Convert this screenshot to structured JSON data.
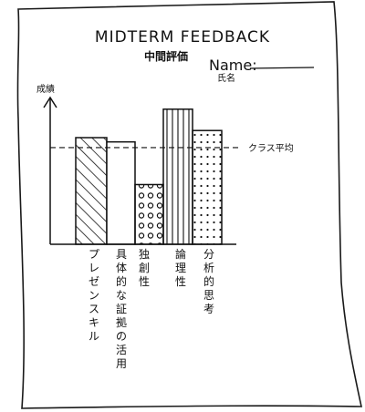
{
  "sheet": {
    "title": "MIDTERM FEEDBACK",
    "subtitle": "中間評価",
    "name_label": "Name:",
    "name_sub": "氏名"
  },
  "chart_data": {
    "type": "bar",
    "ylabel": "成績",
    "categories": [
      "プレゼンスキル",
      "具体的な証拠の活用",
      "独創性",
      "論理性",
      "分析的思考"
    ],
    "values": [
      75,
      72,
      42,
      95,
      80
    ],
    "fills": [
      "diagonal-hatch",
      "blank",
      "circles",
      "vertical-lines",
      "dots"
    ],
    "ylim": [
      0,
      100
    ],
    "reference_line": {
      "label": "クラス平均",
      "value": 68
    },
    "grid": false,
    "legend": "none"
  }
}
